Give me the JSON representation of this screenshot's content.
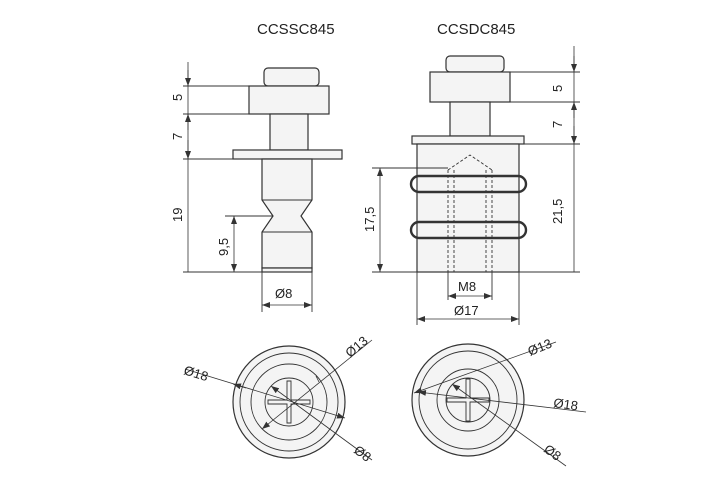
{
  "titles": {
    "left": "CCSSC845",
    "right": "CCSDC845"
  },
  "left_dims": {
    "head": "5",
    "neck": "7",
    "body": "19",
    "groove": "9,5",
    "dia": "Ø8"
  },
  "right_dims": {
    "head": "5",
    "neck": "7",
    "body": "21,5",
    "insert": "17,5",
    "thread": "M8",
    "dia": "Ø17"
  },
  "left_top_dims": {
    "d13": "Ø13",
    "d18": "Ø18",
    "d8": "Ø8"
  },
  "right_top_dims": {
    "d13": "Ø13",
    "d18": "Ø18",
    "d8": "Ø8"
  }
}
